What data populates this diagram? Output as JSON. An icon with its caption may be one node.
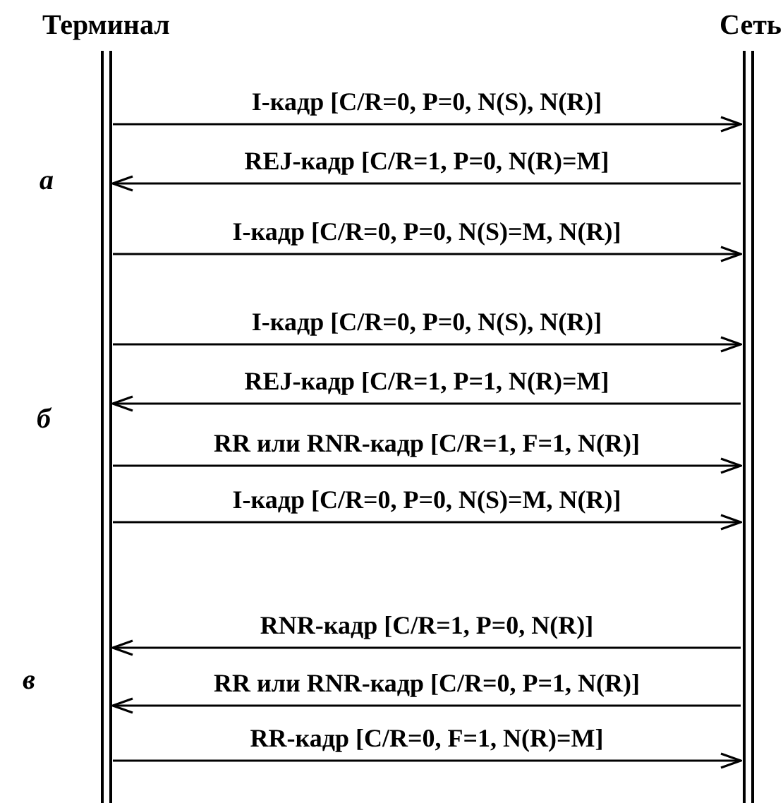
{
  "diagram": {
    "nodes": [
      {
        "text": [
          "Терминал"
        ]
      },
      {
        "text": [
          "Сеть"
        ]
      }
    ],
    "edges": [
      {
        "from": 0,
        "to": 1,
        "arrow": "to",
        "label": "I-кадр [C/R=0, P=0, N(S), N(R)]"
      },
      {
        "from": 1,
        "to": 0,
        "arrow": "to",
        "label": "REJ-кадр [C/R=1, P=0, N(R)=M]"
      },
      {
        "from": 0,
        "to": 1,
        "arrow": "to",
        "label": "I-кадр [C/R=0, P=0, N(S)=M, N(R)]"
      },
      {
        "from": 0,
        "to": 1,
        "arrow": "to",
        "label": "I-кадр [C/R=0, P=0, N(S), N(R)]"
      },
      {
        "from": 1,
        "to": 0,
        "arrow": "to",
        "label": "REJ-кадр [C/R=1, P=1, N(R)=M]"
      },
      {
        "from": 0,
        "to": 1,
        "arrow": "to",
        "label": "RR или RNR-кадр [C/R=1, F=1, N(R)]"
      },
      {
        "from": 0,
        "to": 1,
        "arrow": "to",
        "label": "I-кадр [C/R=0, P=0, N(S)=M, N(R)]"
      },
      {
        "from": 1,
        "to": 0,
        "arrow": "to",
        "label": "RNR-кадр [C/R=1, P=0, N(R)]"
      },
      {
        "from": 1,
        "to": 0,
        "arrow": "to",
        "label": "RR или RNR-кадр [C/R=0, P=1, N(R)]"
      },
      {
        "from": 0,
        "to": 1,
        "arrow": "to",
        "label": "RR-кадр [C/R=0, F=1, N(R)=M]"
      }
    ],
    "labels": [
      "а",
      "б",
      "в"
    ]
  }
}
